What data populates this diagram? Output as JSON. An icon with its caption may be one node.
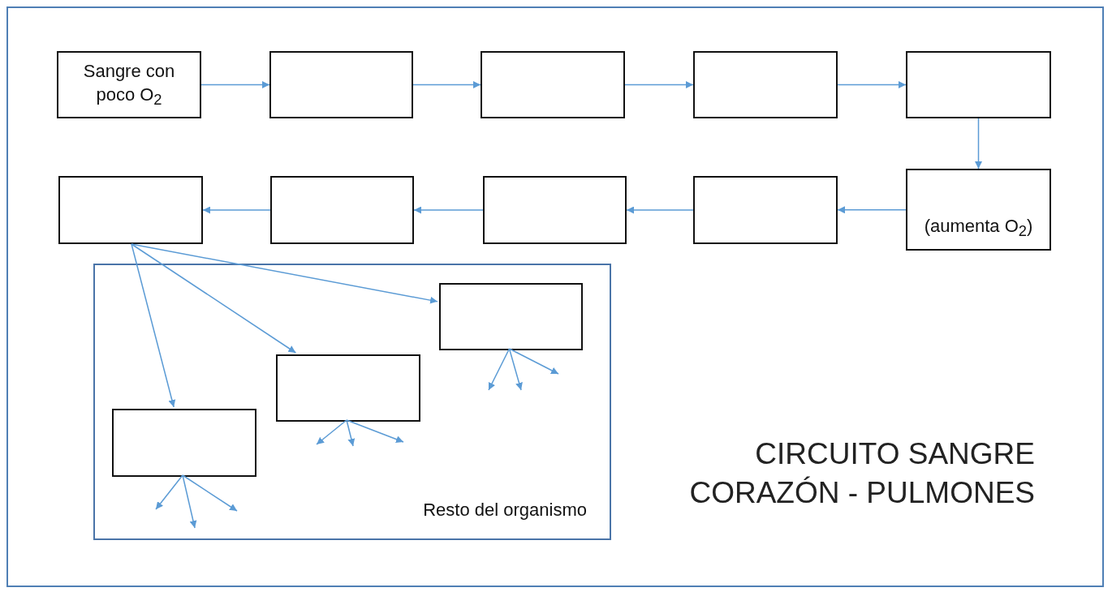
{
  "diagram": {
    "title": "CIRCUITO SANGRE CORAZÓN - PULMONES",
    "nodes": [
      {
        "text": [
          "Sangre con poco O$_{2}$"
        ]
      },
      {
        "text": [],
        "shape": "box"
      },
      {
        "text": [],
        "shape": "box"
      },
      {
        "text": [],
        "shape": "box"
      },
      {
        "text": [],
        "shape": "box"
      },
      {
        "text": [
          "(aumenta O$_{2}$)"
        ]
      },
      {
        "text": [],
        "shape": "box"
      },
      {
        "text": [],
        "shape": "box"
      },
      {
        "text": [],
        "shape": "box"
      },
      {
        "text": [],
        "shape": "box"
      },
      {
        "text": [
          "Resto del organismo"
        ]
      },
      {
        "text": [],
        "shape": "box",
        "in": 10
      },
      {
        "text": [],
        "shape": "box",
        "in": 10
      },
      {
        "text": [],
        "shape": "box",
        "in": 10
      }
    ],
    "edges": [
      {
        "from": 0,
        "to": 1,
        "arrow": "to"
      },
      {
        "from": 1,
        "to": 2,
        "arrow": "to"
      },
      {
        "from": 2,
        "to": 3,
        "arrow": "to"
      },
      {
        "from": 3,
        "to": 4,
        "arrow": "to"
      },
      {
        "from": 4,
        "to": 5,
        "arrow": "to"
      },
      {
        "from": 5,
        "to": 6,
        "arrow": "to"
      },
      {
        "from": 6,
        "to": 7,
        "arrow": "to"
      },
      {
        "from": 7,
        "to": 8,
        "arrow": "to"
      },
      {
        "from": 8,
        "to": 9,
        "arrow": "to"
      },
      {
        "from": 9,
        "to": 13,
        "arrow": "to"
      },
      {
        "from": 9,
        "to": 12,
        "arrow": "to"
      },
      {
        "from": 9,
        "to": 11,
        "arrow": "to"
      },
      {
        "from": 11,
        "to": null,
        "arrow": "to"
      },
      {
        "from": 11,
        "to": null,
        "arrow": "to"
      },
      {
        "from": 11,
        "to": null,
        "arrow": "to"
      },
      {
        "from": 12,
        "to": null,
        "arrow": "to"
      },
      {
        "from": 12,
        "to": null,
        "arrow": "to"
      },
      {
        "from": 12,
        "to": null,
        "arrow": "to"
      },
      {
        "from": 13,
        "to": null,
        "arrow": "to"
      },
      {
        "from": 13,
        "to": null,
        "arrow": "to"
      },
      {
        "from": 13,
        "to": null,
        "arrow": "to"
      }
    ]
  }
}
